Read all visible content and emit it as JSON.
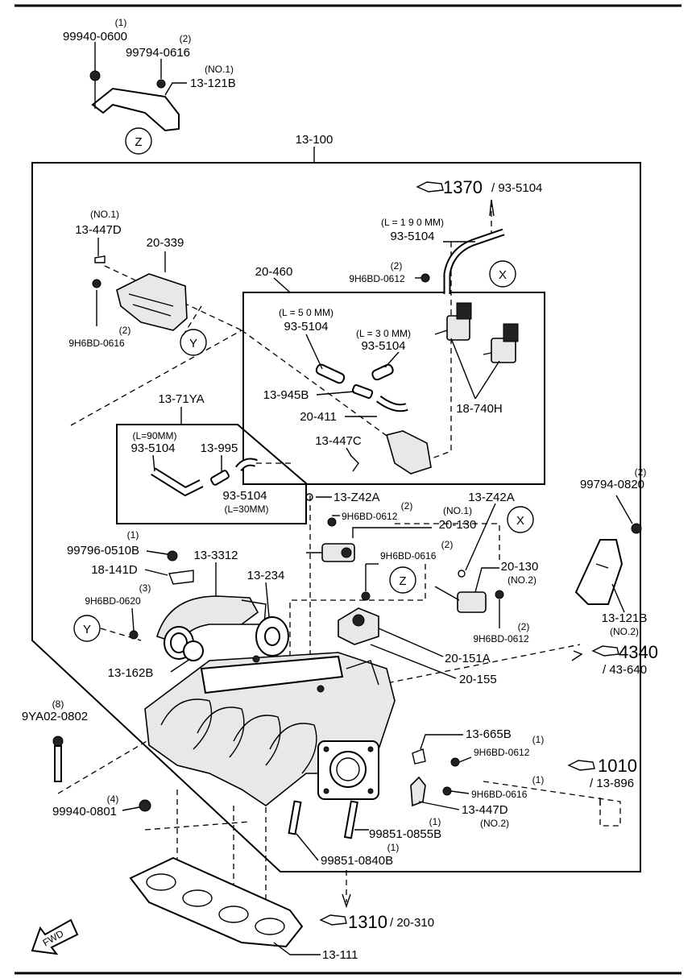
{
  "parts": {
    "p99940_0600": {
      "qty": "(1)",
      "code": "99940-0600"
    },
    "p99794_0616": {
      "qty": "(2)",
      "code": "99794-0616"
    },
    "p13_121b_1": {
      "qty": "(NO.1)",
      "code": "13-121B"
    },
    "p13_100": {
      "code": "13-100"
    },
    "p13_447d_1": {
      "qty": "(NO.1)",
      "code": "13-447D"
    },
    "p20_339": {
      "code": "20-339"
    },
    "p9h6bd_0616_a": {
      "qty": "(2)",
      "code": "9H6BD-0616"
    },
    "p20_460": {
      "code": "20-460"
    },
    "p9h6bd_0612_a": {
      "qty": "(2)",
      "code": "9H6BD-0612"
    },
    "p93_5104_190": {
      "length": "(L = 1 9 0 MM)",
      "code": "93-5104"
    },
    "p93_5104_50": {
      "length": "(L = 5 0 MM)",
      "code": "93-5104"
    },
    "p93_5104_30a": {
      "length": "(L = 3 0 MM)",
      "code": "93-5104"
    },
    "p13_945b": {
      "code": "13-945B"
    },
    "p20_411": {
      "code": "20-411"
    },
    "p18_740h": {
      "code": "18-740H"
    },
    "p13_447c": {
      "code": "13-447C"
    },
    "p13_71ya": {
      "code": "13-71YA"
    },
    "p93_5104_90": {
      "length": "(L=90MM)",
      "code": "93-5104"
    },
    "p13_995": {
      "code": "13-995"
    },
    "p93_5104_30b": {
      "code": "93-5104",
      "length": "(L=30MM)"
    },
    "p13_z42a_a": {
      "code": "13-Z42A"
    },
    "p13_z42a_b": {
      "code": "13-Z42A"
    },
    "p9h6bd_0612_b": {
      "code": "9H6BD-0612",
      "qty": "(2)"
    },
    "p20_130_1": {
      "qty": "(NO.1)",
      "code": "20-130"
    },
    "p9h6bd_0616_b": {
      "qty": "(2)",
      "code": "9H6BD-0616"
    },
    "p20_130_2": {
      "code": "20-130",
      "qty": "(NO.2)"
    },
    "p99794_0820": {
      "qty": "(2)",
      "code": "99794-0820"
    },
    "p13_121b_2": {
      "code": "13-121B",
      "qty": "(NO.2)"
    },
    "p9h6bd_0612_c": {
      "qty": "(2)",
      "code": "9H6BD-0612"
    },
    "p99796_0510b": {
      "qty": "(1)",
      "code": "99796-0510B"
    },
    "p13_3312": {
      "code": "13-3312"
    },
    "p18_141d": {
      "code": "18-141D"
    },
    "p13_234": {
      "code": "13-234"
    },
    "p9h6bd_0620": {
      "qty": "(3)",
      "code": "9H6BD-0620"
    },
    "p20_151a": {
      "code": "20-151A"
    },
    "p20_155": {
      "code": "20-155"
    },
    "p13_162b": {
      "code": "13-162B"
    },
    "p9ya02_0802": {
      "qty": "(8)",
      "code": "9YA02-0802"
    },
    "p13_665b": {
      "code": "13-665B"
    },
    "p9h6bd_0612_d": {
      "qty": "(1)",
      "code": "9H6BD-0612"
    },
    "p9h6bd_0616_c": {
      "qty": "(1)",
      "code": "9H6BD-0616"
    },
    "p13_447d_2": {
      "code": "13-447D",
      "qty": "(NO.2)"
    },
    "p99940_0801": {
      "qty": "(4)",
      "code": "99940-0801"
    },
    "p99851_0855b": {
      "qty": "(1)",
      "code": "99851-0855B"
    },
    "p99851_0840b": {
      "code": "99851-0840B",
      "qty": "(1)"
    },
    "p13_111": {
      "code": "13-111"
    }
  },
  "refs": {
    "r1370": {
      "main": "1370",
      "sub": "/ 93-5104"
    },
    "r4340": {
      "main": "4340",
      "sub": "/ 43-640"
    },
    "r1010": {
      "main": "1010",
      "sub": "/ 13-896"
    },
    "r1310": {
      "main": "1310",
      "sub": "/ 20-310"
    }
  },
  "markers": {
    "x": "X",
    "y": "Y",
    "z": "Z"
  },
  "fwd": "FWD"
}
